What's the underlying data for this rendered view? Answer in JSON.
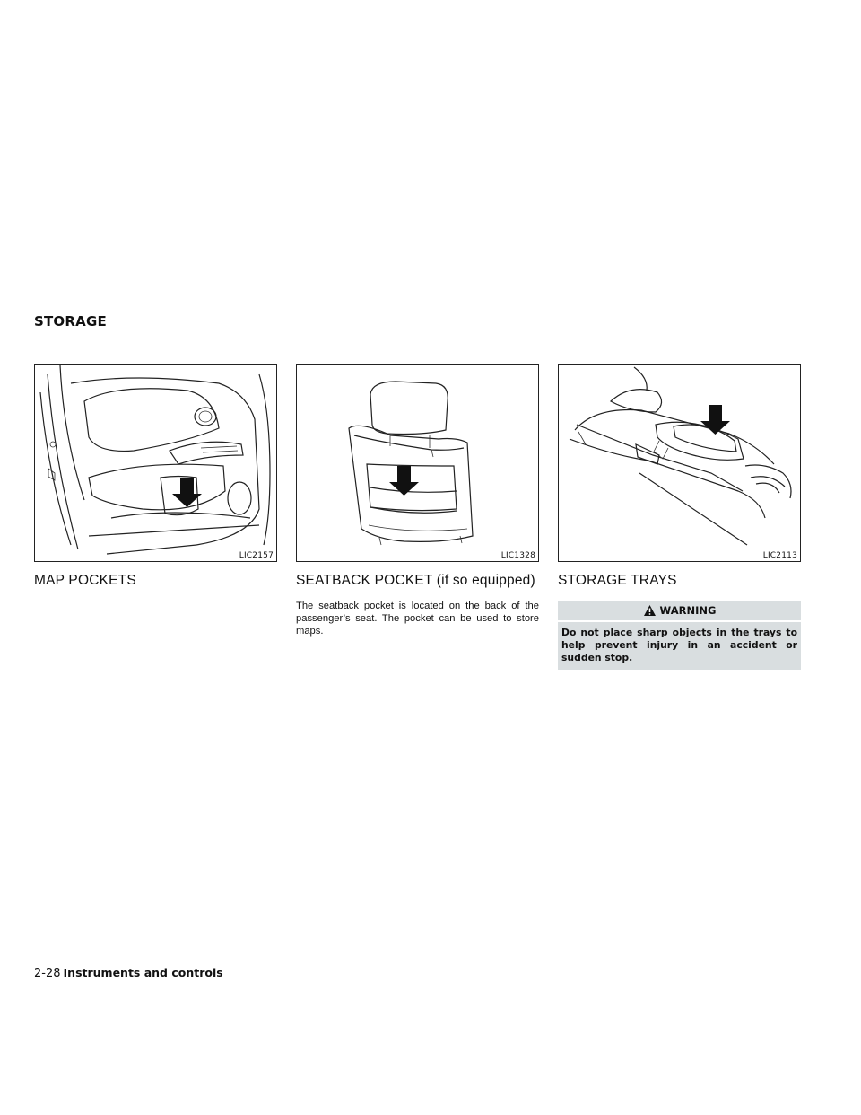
{
  "section_title": "STORAGE",
  "columns": [
    {
      "figure_code": "LIC2157",
      "heading": "MAP POCKETS"
    },
    {
      "figure_code": "LIC1328",
      "heading": "SEATBACK POCKET (if so equipped)",
      "body": "The seatback pocket is located on the back of the passenger’s seat. The pocket can be used to store maps."
    },
    {
      "figure_code": "LIC2113",
      "heading": "STORAGE TRAYS",
      "warning": {
        "label": "WARNING",
        "text": "Do not place sharp objects in the trays to help prevent injury in an accident or sudden stop."
      }
    }
  ],
  "footer": {
    "page_number": "2-28",
    "section": "Instruments and controls"
  },
  "colors": {
    "warning_background": "#d9dee0",
    "text": "#111111"
  }
}
